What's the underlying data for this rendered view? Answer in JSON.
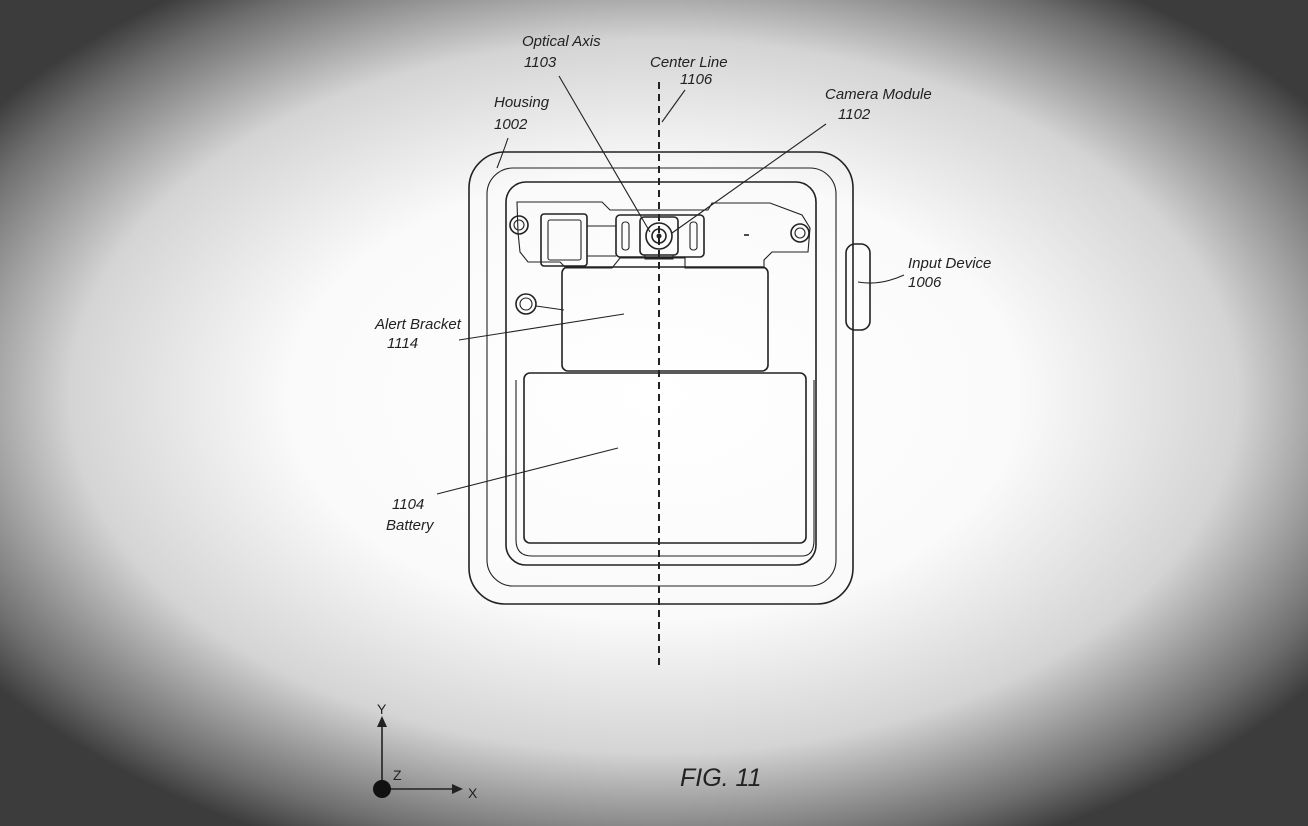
{
  "labels": {
    "optical_axis": {
      "name": "Optical Axis",
      "ref": "1103"
    },
    "center_line": {
      "name": "Center Line",
      "ref": "1106"
    },
    "camera_module": {
      "name": "Camera Module",
      "ref": "1102"
    },
    "housing": {
      "name": "Housing",
      "ref": "1002"
    },
    "input_device": {
      "name": "Input Device",
      "ref": "1006"
    },
    "alert_bracket": {
      "name": "Alert Bracket",
      "ref": "1114"
    },
    "battery": {
      "name": "Battery",
      "ref": "1104"
    }
  },
  "axes": {
    "y": "Y",
    "z": "Z",
    "x": "X"
  },
  "figure_title": "FIG. 11"
}
